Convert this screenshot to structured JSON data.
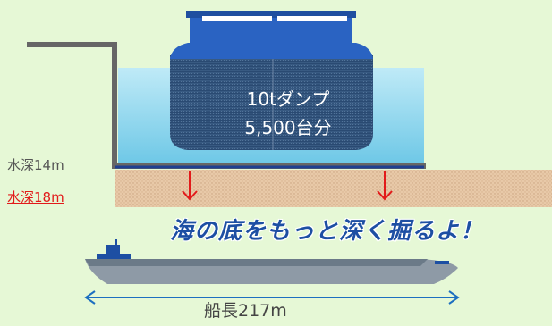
{
  "diagram": {
    "depth_current_label": "水深14m",
    "depth_new_label": "水深18m",
    "dump_line1": "10tダンプ",
    "dump_line2": "5,500台分",
    "slogan": "海の底をもっと深く掘るよ！",
    "ship_length_label": "船長217m"
  },
  "colors": {
    "background": "#e6f8d6",
    "quay_line": "#666666",
    "water": "#8fd8ef",
    "seabed_current": "#1e3f91",
    "sediment": "#e8c9a8",
    "dig_arrow": "#e21a1a",
    "ship_hull": "#8e9aa6",
    "ship_deck": "#1d4fa3",
    "length_arrow": "#1d6fc0",
    "slogan_text": "#1d4fa3"
  }
}
